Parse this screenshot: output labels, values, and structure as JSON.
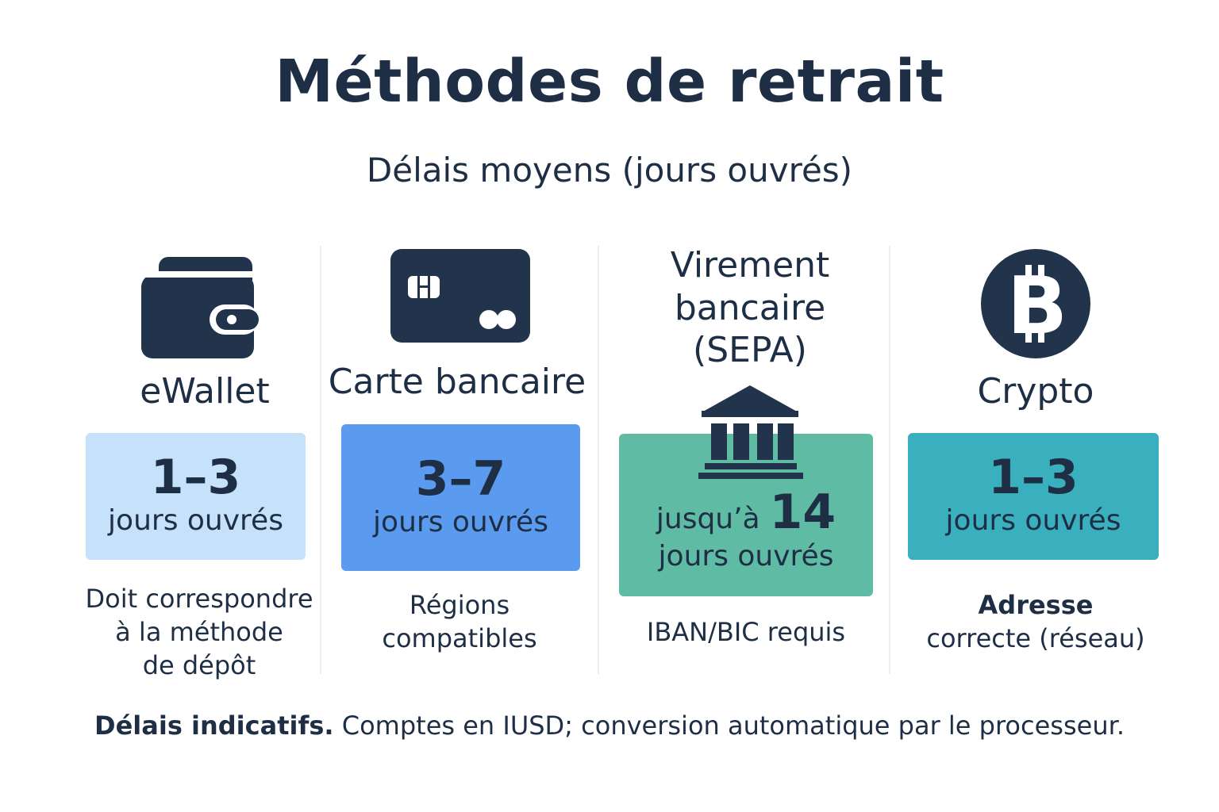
{
  "header": {
    "title": "Méthodes de retrait",
    "subtitle": "Délais moyens (jours ouvrés)"
  },
  "methods": [
    {
      "name": "eWallet",
      "icon": "wallet-icon",
      "time": "1–3",
      "unit": "jours ouvrés",
      "note_lines": [
        "Doit correspondre",
        "à la méthode",
        "de dépôt"
      ],
      "color": "#c6e1fa"
    },
    {
      "name": "Carte bancaire",
      "icon": "credit-card-icon",
      "time": "3–7",
      "unit": "jours ouvrés",
      "note_lines": [
        "Régions",
        "compatibles"
      ],
      "color": "#5a9bf0"
    },
    {
      "name_lines": [
        "Virement",
        "bancaire",
        "(SEPA)"
      ],
      "icon": "bank-icon",
      "prefix": "jusqu’à",
      "time": "14",
      "unit": "jours ouvrés",
      "note_lines": [
        "IBAN/BIC requis"
      ],
      "color": "#5fbba3"
    },
    {
      "name": "Crypto",
      "icon": "bitcoin-icon",
      "time": "1–3",
      "unit": "jours ouvrés",
      "note_lines": [
        "Adresse",
        "correcte (réseau)"
      ],
      "color": "#3aafbd"
    }
  ],
  "footer": {
    "bold": "Délais indicatifs.",
    "text": " Comptes en IUSD; conversion automatique par le processeur."
  },
  "colors": {
    "text": "#1e2f45",
    "icon": "#22344c",
    "divider": "#eceef1"
  }
}
